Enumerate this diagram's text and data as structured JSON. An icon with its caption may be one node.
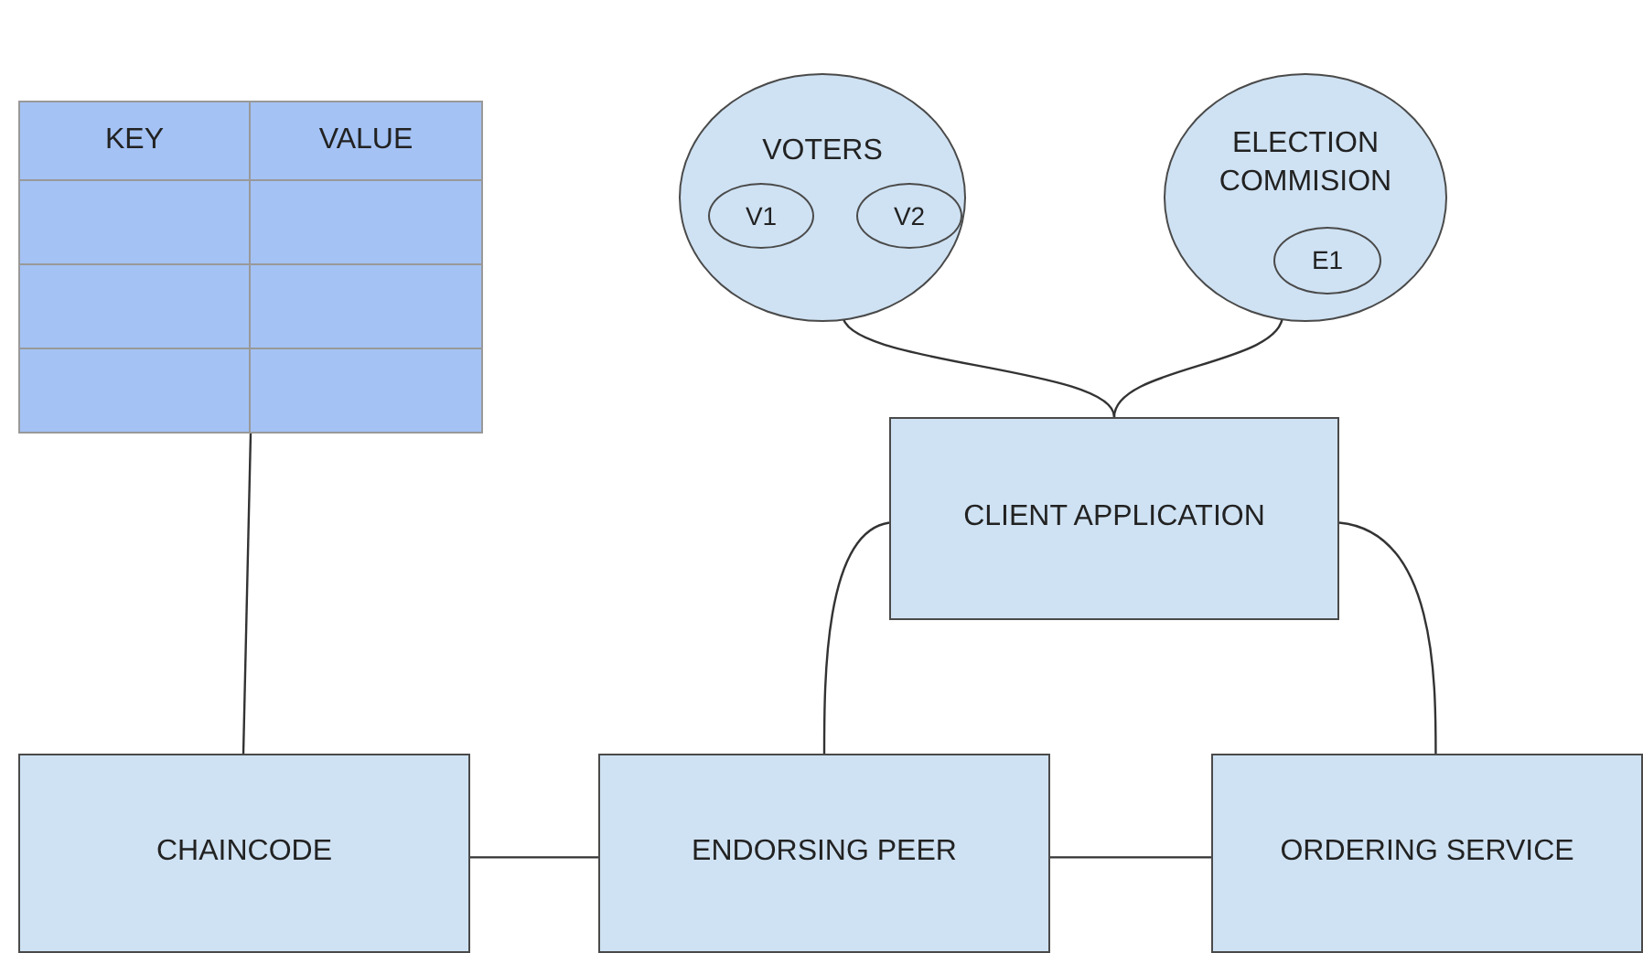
{
  "diagram": {
    "nodes": [
      {
        "text": [
          "KEY",
          "VALUE"
        ]
      },
      {
        "text": [
          "VOTERS"
        ]
      },
      {
        "text": [
          "V1"
        ],
        "in": 1
      },
      {
        "text": [
          "V2"
        ],
        "in": 1
      },
      {
        "text": [
          "ELECTION COMMISION"
        ]
      },
      {
        "text": [
          "E1"
        ],
        "in": 4
      },
      {
        "text": [
          "CLIENT APPLICATION"
        ]
      },
      {
        "text": [
          "CHAINCODE"
        ]
      },
      {
        "text": [
          "ENDORSING PEER"
        ]
      },
      {
        "text": [
          "ORDERING SERVICE"
        ]
      }
    ],
    "edges": [
      {
        "from": 1,
        "to": 6,
        "arrow": "none"
      },
      {
        "from": 4,
        "to": 6,
        "arrow": "none"
      },
      {
        "from": 6,
        "to": 8,
        "arrow": "none"
      },
      {
        "from": 6,
        "to": 9,
        "arrow": "none"
      },
      {
        "from": 0,
        "to": 7,
        "arrow": "none"
      },
      {
        "from": 7,
        "to": 8,
        "arrow": "none"
      },
      {
        "from": 8,
        "to": 9,
        "arrow": "none"
      }
    ]
  }
}
